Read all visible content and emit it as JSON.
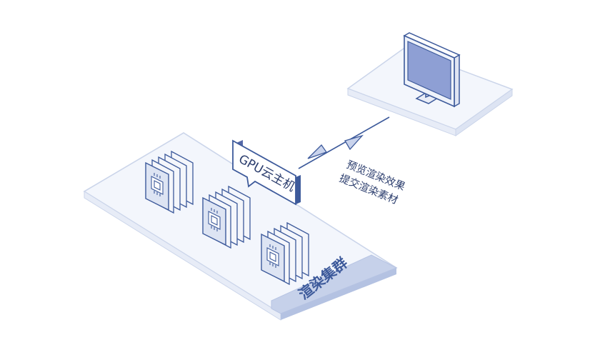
{
  "gpu_host": {
    "label": "GPU云主机"
  },
  "actions": {
    "preview": "预览渲染效果",
    "submit": "提交渲染素材"
  },
  "cluster": {
    "label": "渲染集群"
  },
  "colors": {
    "line": "#3d5a9b",
    "platform_fill": "#f3f6fc",
    "platform_stroke": "#cbd5ea",
    "accent_fill": "#c6d1ea",
    "screen": "#8e9fd4",
    "tag_bar": "#5468a8"
  },
  "icons": [
    "monitor-icon",
    "server-blade-icon",
    "cpu-chip-icon",
    "arrow-head-icon"
  ]
}
